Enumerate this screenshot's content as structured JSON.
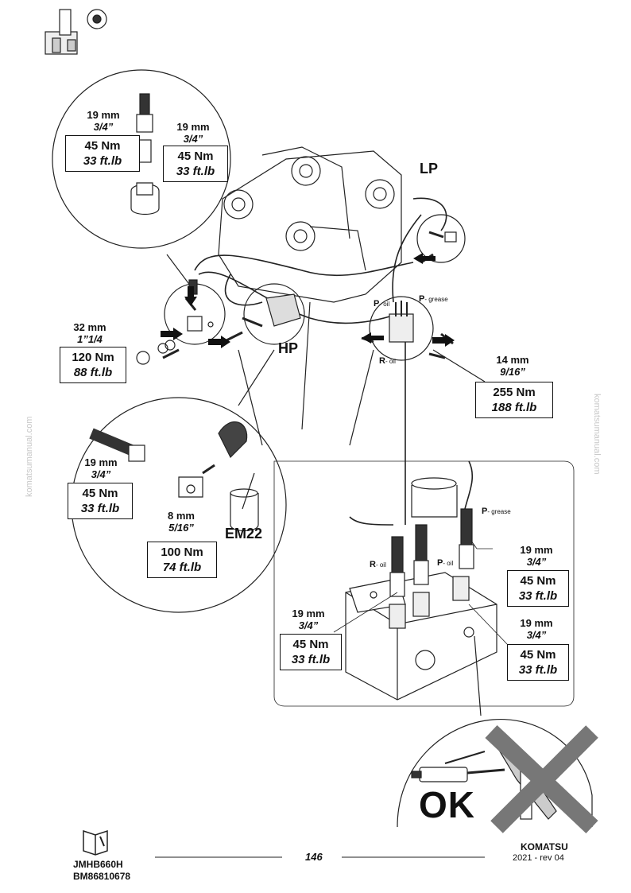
{
  "callouts": [
    {
      "id": "top-left",
      "size_mm": "19 mm",
      "size_in": "3/4”",
      "nm": "45 Nm",
      "ftlb": "33 ft.lb"
    },
    {
      "id": "top-right",
      "size_mm": "19 mm",
      "size_in": "3/4”",
      "nm": "45 Nm",
      "ftlb": "33 ft.lb"
    },
    {
      "id": "mid-left",
      "size_mm": "32 mm",
      "size_in": "1”1/4",
      "nm": "120 Nm",
      "ftlb": "88 ft.lb"
    },
    {
      "id": "mid-right",
      "size_mm": "14 mm",
      "size_in": "9/16”",
      "nm": "255 Nm",
      "ftlb": "188 ft.lb"
    },
    {
      "id": "lower-left-1",
      "size_mm": "19 mm",
      "size_in": "3/4”",
      "nm": "45 Nm",
      "ftlb": "33 ft.lb"
    },
    {
      "id": "lower-left-2",
      "size_mm": "8 mm",
      "size_in": "5/16”",
      "nm": "100 Nm",
      "ftlb": "74 ft.lb"
    },
    {
      "id": "block-left",
      "size_mm": "19 mm",
      "size_in": "3/4”",
      "nm": "45 Nm",
      "ftlb": "33 ft.lb"
    },
    {
      "id": "block-right-1",
      "size_mm": "19 mm",
      "size_in": "3/4”",
      "nm": "45 Nm",
      "ftlb": "33 ft.lb"
    },
    {
      "id": "block-right-2",
      "size_mm": "19 mm",
      "size_in": "3/4”",
      "nm": "45 Nm",
      "ftlb": "33 ft.lb"
    }
  ],
  "labels": {
    "lp": "LP",
    "hp": "HP",
    "em22": "EM22",
    "ok": "OK",
    "p_oil": "P",
    "p_oil_sub": "- oil",
    "p_grease": "P",
    "p_grease_sub": "- grease",
    "r_oil": "R",
    "r_oil_sub": "- oil"
  },
  "watermark": "komatsumanual.com",
  "footer": {
    "model": "JMHB660H",
    "doc_code": "BM86810678",
    "page": "146",
    "brand": "KOMATSU",
    "revision": "2021 -  rev 04"
  }
}
